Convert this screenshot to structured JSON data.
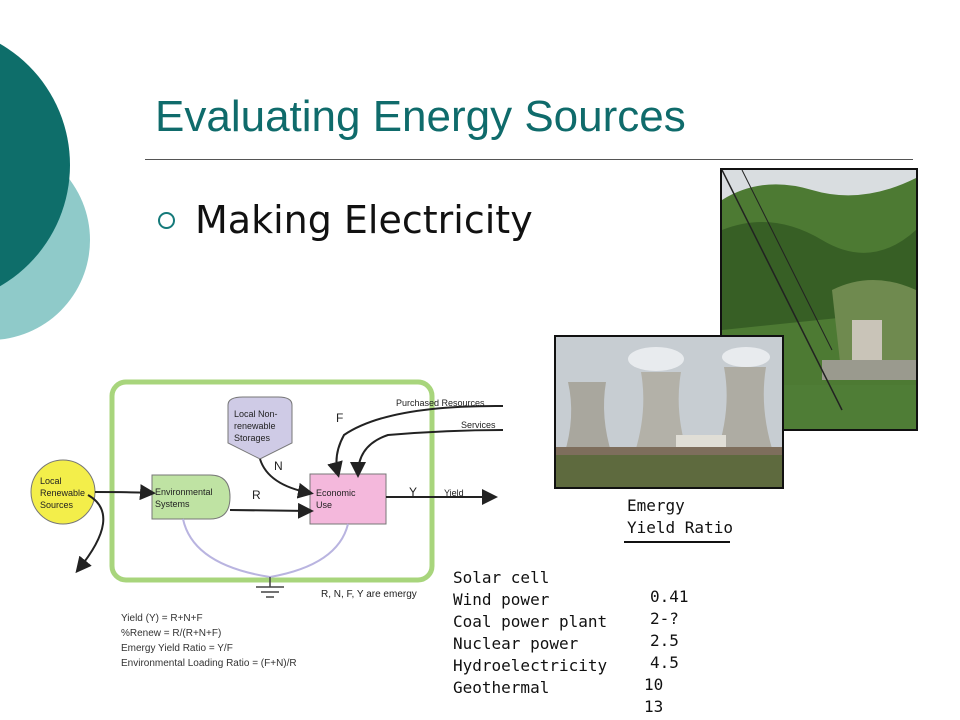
{
  "slide": {
    "title": "Evaluating Energy Sources",
    "bullet": "Making Electricity"
  },
  "diagram": {
    "local_renewable": [
      "Local",
      "Renewable",
      "Sources"
    ],
    "local_nonrenewable": [
      "Local Non-",
      "renewable",
      "Storages"
    ],
    "environmental_systems": [
      "Environmental",
      "Systems"
    ],
    "economic_use": [
      "Economic",
      "Use"
    ],
    "purchased_resources": "Purchased Resources",
    "services": "Services",
    "yield": "Yield",
    "flow_f": "F",
    "flow_n": "N",
    "flow_r": "R",
    "flow_y": "Y",
    "emergy_note": "R, N, F, Y are emergy",
    "formulas": [
      "Yield (Y) = R+N+F",
      "%Renew = R/(R+N+F)",
      "Emergy Yield Ratio = Y/F",
      "Environmental Loading Ratio = (F+N)/R"
    ]
  },
  "table": {
    "header_line1": "Emergy",
    "header_line2": "Yield Ratio",
    "rows": [
      {
        "label": "Solar cell",
        "value": "0.41"
      },
      {
        "label": "Wind power",
        "value": "2-?"
      },
      {
        "label": "Coal power plant",
        "value": "2.5"
      },
      {
        "label": "Nuclear power",
        "value": "4.5"
      },
      {
        "label": "Hydroelectricity",
        "value": "10"
      },
      {
        "label": "Geothermal",
        "value": "13"
      }
    ]
  },
  "colors": {
    "title": "#0f6b6b",
    "dark_teal": "#0e6e6a",
    "light_teal": "#8fcac9",
    "system_boundary": "#a8d57c",
    "renewable_fill": "#f3ee4a",
    "environmental_fill": "#bfe3a3",
    "economic_fill": "#f4b8dc",
    "storage_fill": "#cfcbe6",
    "heat_sink": "#b9b4e0"
  }
}
